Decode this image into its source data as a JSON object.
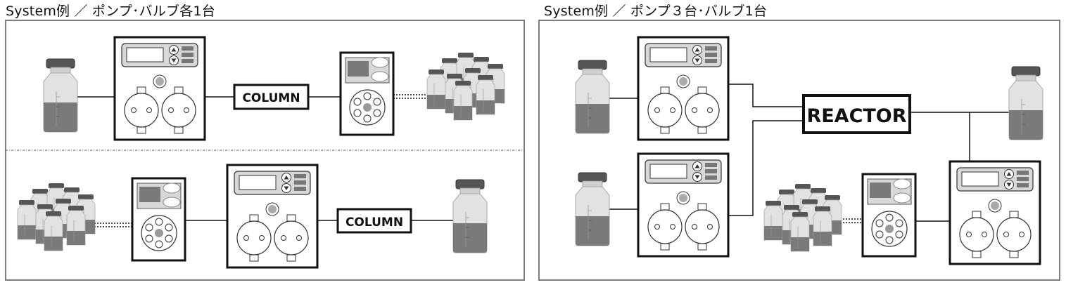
{
  "panels": {
    "left": {
      "title": "System例 ／ ポンプ･バルブ各1台"
    },
    "right": {
      "title": "System例 ／ ポンプ３台･バルブ1台"
    }
  },
  "labels": {
    "column_top": "COLUMN",
    "column_bottom": "COLUMN",
    "reactor": "REACTOR"
  },
  "colors": {
    "border": "#555555",
    "liquid": "#7a7a7a",
    "glass": "#dcdcdc",
    "cap": "#555555",
    "display_bg": "#d8d8d8",
    "valve_block": "#8a8a8a"
  },
  "icons": [
    "bottle-icon",
    "bottle-cluster-icon",
    "pump-icon",
    "valve-icon"
  ]
}
